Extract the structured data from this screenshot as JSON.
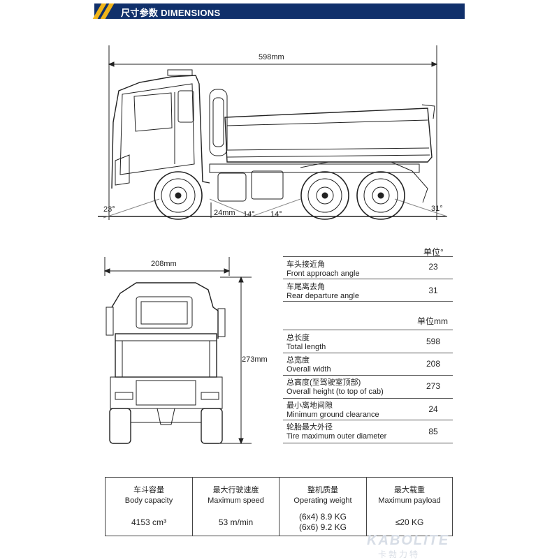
{
  "header": {
    "title": "尺寸参数  DIMENSIONS"
  },
  "side_view": {
    "length_label": "598mm",
    "angle_front": "23°",
    "clearance": "24mm",
    "angle_mid_1": "14°",
    "angle_mid_2": "14°",
    "angle_rear": "31°"
  },
  "front_view": {
    "width_label": "208mm",
    "height_label": "273mm"
  },
  "specs": {
    "unit_degree": "单位°",
    "unit_mm": "单位mm",
    "rows": [
      {
        "cn": "车头接近角",
        "en": "Front approach angle",
        "value": "23"
      },
      {
        "cn": "车尾离去角",
        "en": "Rear departure angle",
        "value": "31"
      },
      {
        "cn": "总长度",
        "en": "Total length",
        "value": "598"
      },
      {
        "cn": "总宽度",
        "en": "Overall width",
        "value": "208"
      },
      {
        "cn": "总高度(至驾驶室顶部)",
        "en": "Overall height (to top of cab)",
        "value": "273"
      },
      {
        "cn": "最小离地间隙",
        "en": "Minimum ground clearance",
        "value": "24"
      },
      {
        "cn": "轮胎最大外径",
        "en": "Tire maximum outer diameter",
        "value": "85"
      }
    ]
  },
  "summary": [
    {
      "cn": "车斗容量",
      "en": "Body capacity",
      "value": "4153 cm³"
    },
    {
      "cn": "最大行驶速度",
      "en": "Maximum speed",
      "value": "53 m/min"
    },
    {
      "cn": "整机质量",
      "en": "Operating weight",
      "value_line1": "(6x4)  8.9 KG",
      "value_line2": "(6x6)  9.2 KG"
    },
    {
      "cn": "最大载重",
      "en": "Maximum payload",
      "value": "≤20 KG"
    }
  ],
  "brand": {
    "logo": "KABOLITE",
    "logo_cn": "卡勃力特"
  }
}
